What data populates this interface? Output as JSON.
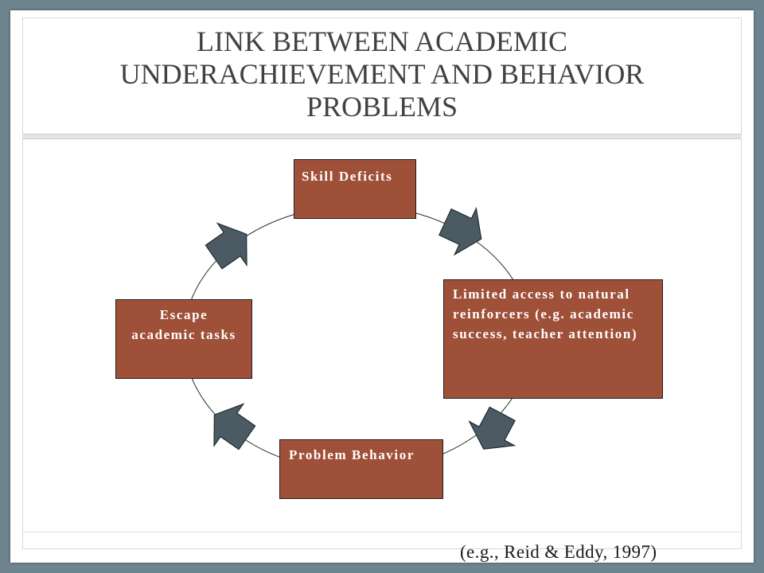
{
  "slide": {
    "title_lines": [
      "LINK BETWEEN ACADEMIC",
      "UNDERACHIEVEMENT AND BEHAVIOR",
      "PROBLEMS"
    ],
    "citation": "(e.g., Reid & Eddy, 1997)"
  },
  "diagram": {
    "skill_deficits": {
      "lines": [
        "Skill Deficits"
      ]
    },
    "limited_access": {
      "lines": [
        "Limited access to natural",
        "reinforcers (e.g. academic",
        "success, teacher attention)"
      ]
    },
    "problem_behavior": {
      "lines": [
        "Problem Behavior"
      ]
    },
    "escape_academic_tasks": {
      "lines": [
        "Escape",
        "academic tasks"
      ]
    }
  },
  "colors": {
    "frame": "#6e848e",
    "box_fill": "#9f5038",
    "box_text": "#ffffff",
    "arrow_fill": "#4c5b63",
    "title_text": "#414141"
  }
}
